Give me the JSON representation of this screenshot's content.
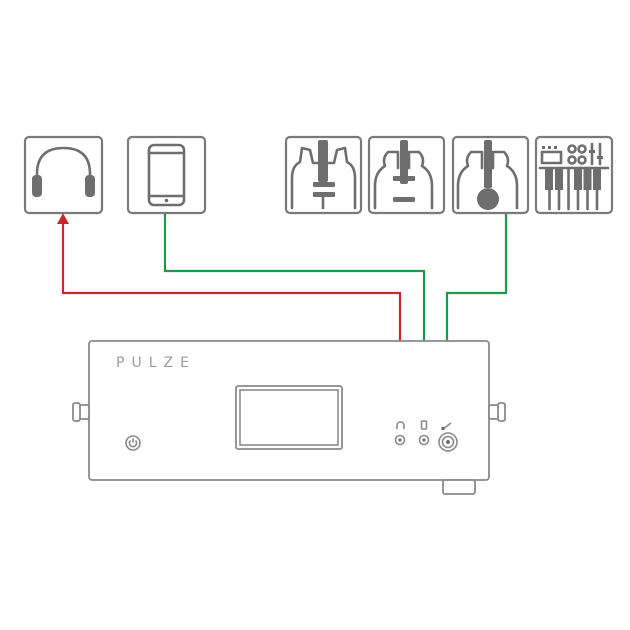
{
  "diagram": {
    "brand_text": "PULZE",
    "colors": {
      "output_cable": "#c8282d",
      "input_cable": "#1a9a4a",
      "outline": "#7a7a7a",
      "background": "#ffffff"
    },
    "sources": [
      {
        "icon": "headphones-icon"
      },
      {
        "icon": "smartphone-icon"
      },
      {
        "icon": "electric-guitar-icon"
      },
      {
        "icon": "electric-acoustic-guitar-icon"
      },
      {
        "icon": "acoustic-guitar-icon"
      },
      {
        "icon": "synthesizer-keyboard-icon"
      }
    ],
    "connections": [
      {
        "from": "headphone-jack",
        "to": "headphones",
        "color": "output_cable"
      },
      {
        "from": "smartphone",
        "to": "aux-jack",
        "color": "input_cable"
      },
      {
        "from": "guitars",
        "to": "instrument-jack",
        "color": "input_cable"
      }
    ],
    "jack_icons": [
      "headphone-jack-icon",
      "phone-jack-icon",
      "instrument-jack-icon"
    ]
  }
}
